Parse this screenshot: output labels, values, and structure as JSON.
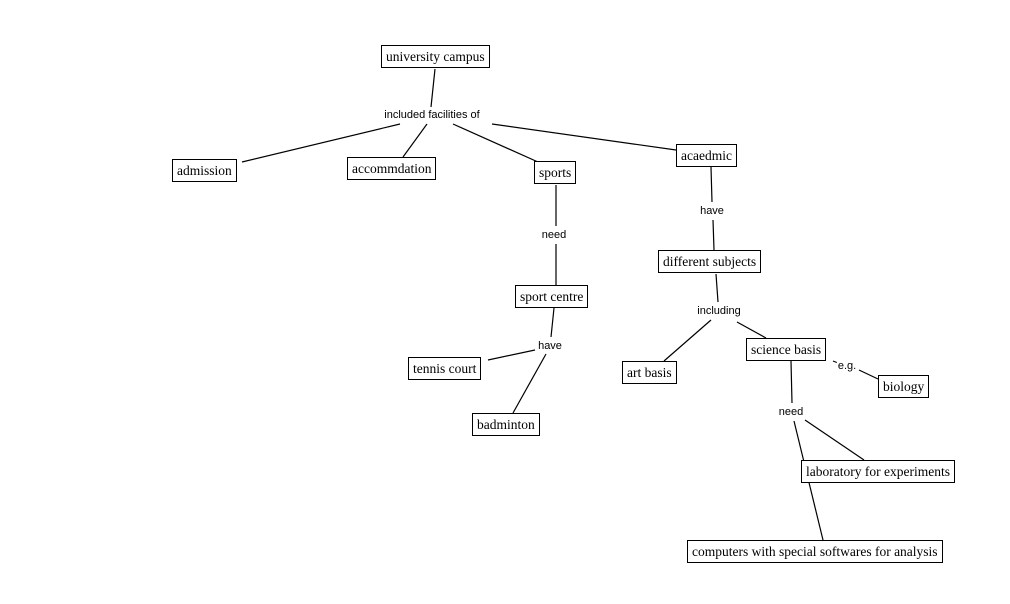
{
  "concepts": {
    "university_campus": "university campus",
    "admission": "admission",
    "accommodation": "accommdation",
    "sports": "sports",
    "academic": "acaedmic",
    "different_subjects": "different subjects",
    "sport_centre": "sport centre",
    "tennis_court": "tennis court",
    "badminton": "badminton",
    "art_basis": "art basis",
    "science_basis": "science basis",
    "biology": "biology",
    "laboratory": "laboratory for experiments",
    "computers": "computers with special softwares for analysis"
  },
  "links": {
    "included_facilities_of": "included facilities of",
    "need_sports": "need",
    "have_sport_centre": "have",
    "have_academic": "have",
    "including": "including",
    "eg": "e.g.",
    "need_science": "need"
  }
}
